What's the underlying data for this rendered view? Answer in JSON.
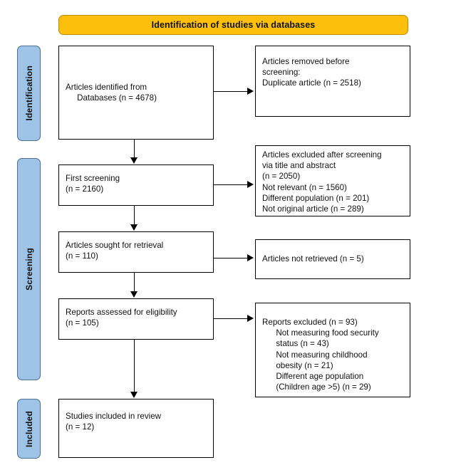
{
  "banner": {
    "title": "Identification of studies via databases"
  },
  "stages": [
    {
      "key": "identification",
      "label": "Identification"
    },
    {
      "key": "screening",
      "label": "Screening"
    },
    {
      "key": "included",
      "label": "Included"
    }
  ],
  "boxes": {
    "identified": {
      "text": "Articles identified from\n     Databases (n = 4678)"
    },
    "removed": {
      "text": "Articles removed before\nscreening:\nDuplicate article (n = 2518)"
    },
    "first_screening": {
      "text": "First screening\n(n = 2160)"
    },
    "excluded_screening": {
      "text": "Articles excluded after screening\nvia title and abstract\n(n = 2050)\nNot relevant (n = 1560)\nDifferent population (n = 201)\nNot original article (n = 289)"
    },
    "sought_retrieval": {
      "text": "Articles sought for retrieval\n(n = 110)"
    },
    "not_retrieved": {
      "text": "Articles not retrieved (n = 5)"
    },
    "eligibility": {
      "text": "Reports assessed for eligibility\n(n = 105)"
    },
    "reports_excluded": {
      "text": "Reports excluded (n = 93)\n      Not measuring food security\n      status (n = 43)\n      Not measuring childhood\n      obesity (n = 21)\n      Different age population\n      (Children age >5) (n = 29)"
    },
    "included": {
      "text": "Studies included in review\n(n = 12)"
    }
  },
  "colors": {
    "banner_fill": "#FCC00C",
    "stage_fill": "#9DC3E6",
    "box_fill": "#FFFFFF",
    "stroke": "#000000"
  },
  "counts": {
    "identified": 4678,
    "duplicates_removed": 2518,
    "first_screening": 2160,
    "excluded_after_screening": 2050,
    "not_relevant": 1560,
    "different_population": 201,
    "not_original_article": 289,
    "sought_for_retrieval": 110,
    "not_retrieved": 5,
    "assessed_for_eligibility": 105,
    "reports_excluded": 93,
    "not_measuring_food_security": 43,
    "not_measuring_childhood_obesity": 21,
    "different_age_population": 29,
    "included_in_review": 12
  }
}
